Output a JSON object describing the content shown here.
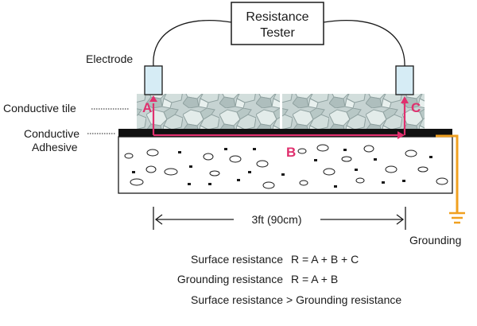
{
  "tester": {
    "line1": "Resistance",
    "line2": "Tester"
  },
  "labels": {
    "electrode": "Electrode",
    "conductive_tile": "Conductive tile",
    "adhesive_line1": "Conductive",
    "adhesive_line2": "Adhesive",
    "grounding": "Grounding"
  },
  "path_labels": {
    "a": "A",
    "b": "B",
    "c": "C"
  },
  "dimension": {
    "text": "3ft (90cm)"
  },
  "equations": [
    {
      "name": "Surface resistance",
      "formula": "R = A + B + C"
    },
    {
      "name": "Grounding resistance",
      "formula": "R = A + B"
    },
    {
      "name": "Surface resistance",
      "formula": "> Grounding resistance"
    }
  ],
  "colors": {
    "path": "#e0306e",
    "ground": "#f0a020",
    "electrode": "#d6ecf5",
    "tile": "#c4d1d0",
    "adhesive": "#111111",
    "ink": "#1a1a1a"
  }
}
